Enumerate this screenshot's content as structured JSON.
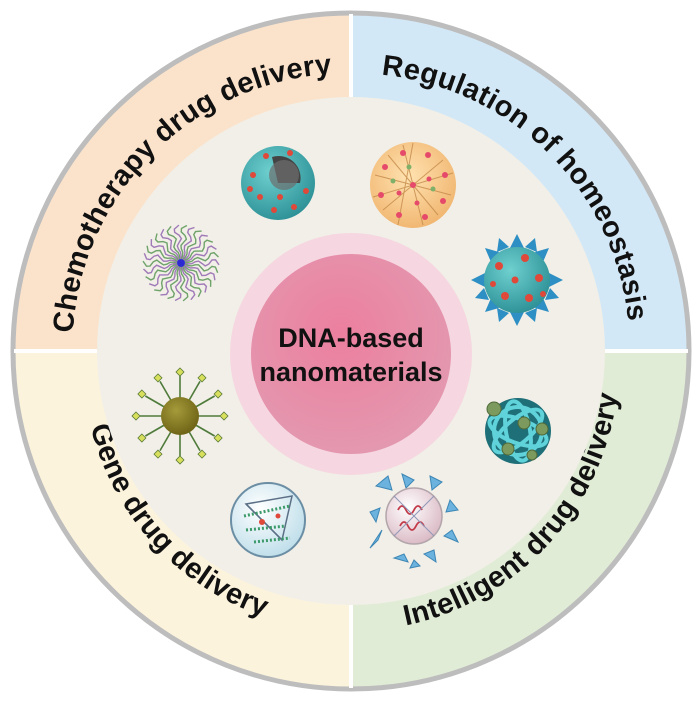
{
  "center": {
    "line1": "DNA-based",
    "line2": "nanomaterials"
  },
  "sections": {
    "top_left": {
      "label": "Chemotherapy drug delivery",
      "color": "#fbe3cb"
    },
    "top_right": {
      "label": "Regulation of homeostasis",
      "color": "#d3e8f7"
    },
    "bottom_right": {
      "label": "Intelligent drug delivery",
      "color": "#e1ecd6"
    },
    "bottom_left": {
      "label": "Gene drug delivery",
      "color": "#fcf3dc"
    }
  },
  "colors": {
    "outer_border": "#bdbdbd",
    "middle_ring": "#f1efe7",
    "inner_halo": "#f6d7e1",
    "core": "#e39ab1",
    "divider": "#ffffff"
  },
  "icons": [
    "hollow-sphere-nanoparticle-icon",
    "dna-nanoflower-icon",
    "spiky-virus-like-nanoparticle-icon",
    "dna-cage-nanoparticle-icon",
    "dna-origami-nanostructure-icon",
    "dna-tetrahedron-capsule-icon",
    "spherical-nucleic-acid-icon",
    "micelle-dna-icon"
  ]
}
